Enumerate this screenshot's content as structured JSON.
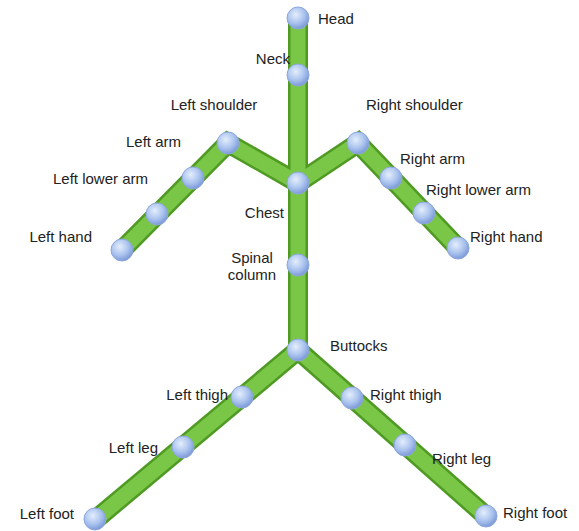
{
  "diagram": {
    "labels": [
      "Head",
      "Neck",
      "Left shoulder",
      "Right shoulder",
      "Left arm",
      "Right arm",
      "Left lower arm",
      "Right lower arm",
      "Chest",
      "Left hand",
      "Right hand",
      "Spinal column",
      "Buttocks",
      "Left thigh",
      "Right thigh",
      "Left leg",
      "Right leg",
      "Left foot",
      "Right foot"
    ]
  }
}
